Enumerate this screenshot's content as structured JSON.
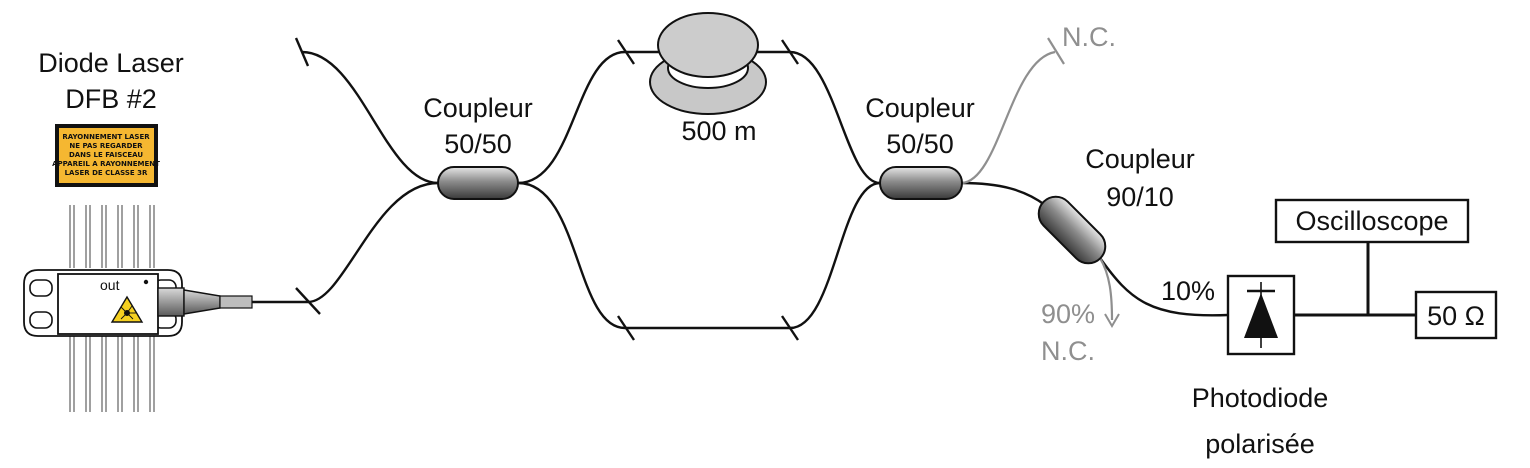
{
  "labels": {
    "laser_title_1": "Diode Laser",
    "laser_title_2": "DFB #2",
    "warning_lines": [
      "RAYONNEMENT LASER",
      "NE PAS REGARDER",
      "DANS LE FAISCEAU",
      "APPAREIL A RAYONNEMENT",
      "LASER DE CLASSE 3R"
    ],
    "out": "out",
    "coupler1_1": "Coupleur",
    "coupler1_2": "50/50",
    "spool": "500 m",
    "coupler2_1": "Coupleur",
    "coupler2_2": "50/50",
    "nc_top": "N.C.",
    "coupler3_1": "Coupleur",
    "coupler3_2": "90/10",
    "percent_90": "90%",
    "nc_bottom": "N.C.",
    "percent_10": "10%",
    "oscilloscope": "Oscilloscope",
    "load": "50 Ω",
    "photodiode_1": "Photodiode",
    "photodiode_2": "polarisée"
  },
  "colors": {
    "line": "#111111",
    "gray": "#8f8f8f",
    "warning_yellow": "#f5b731",
    "coupler_fill": "#9a9a9a",
    "spool_fill": "#cccccc"
  }
}
